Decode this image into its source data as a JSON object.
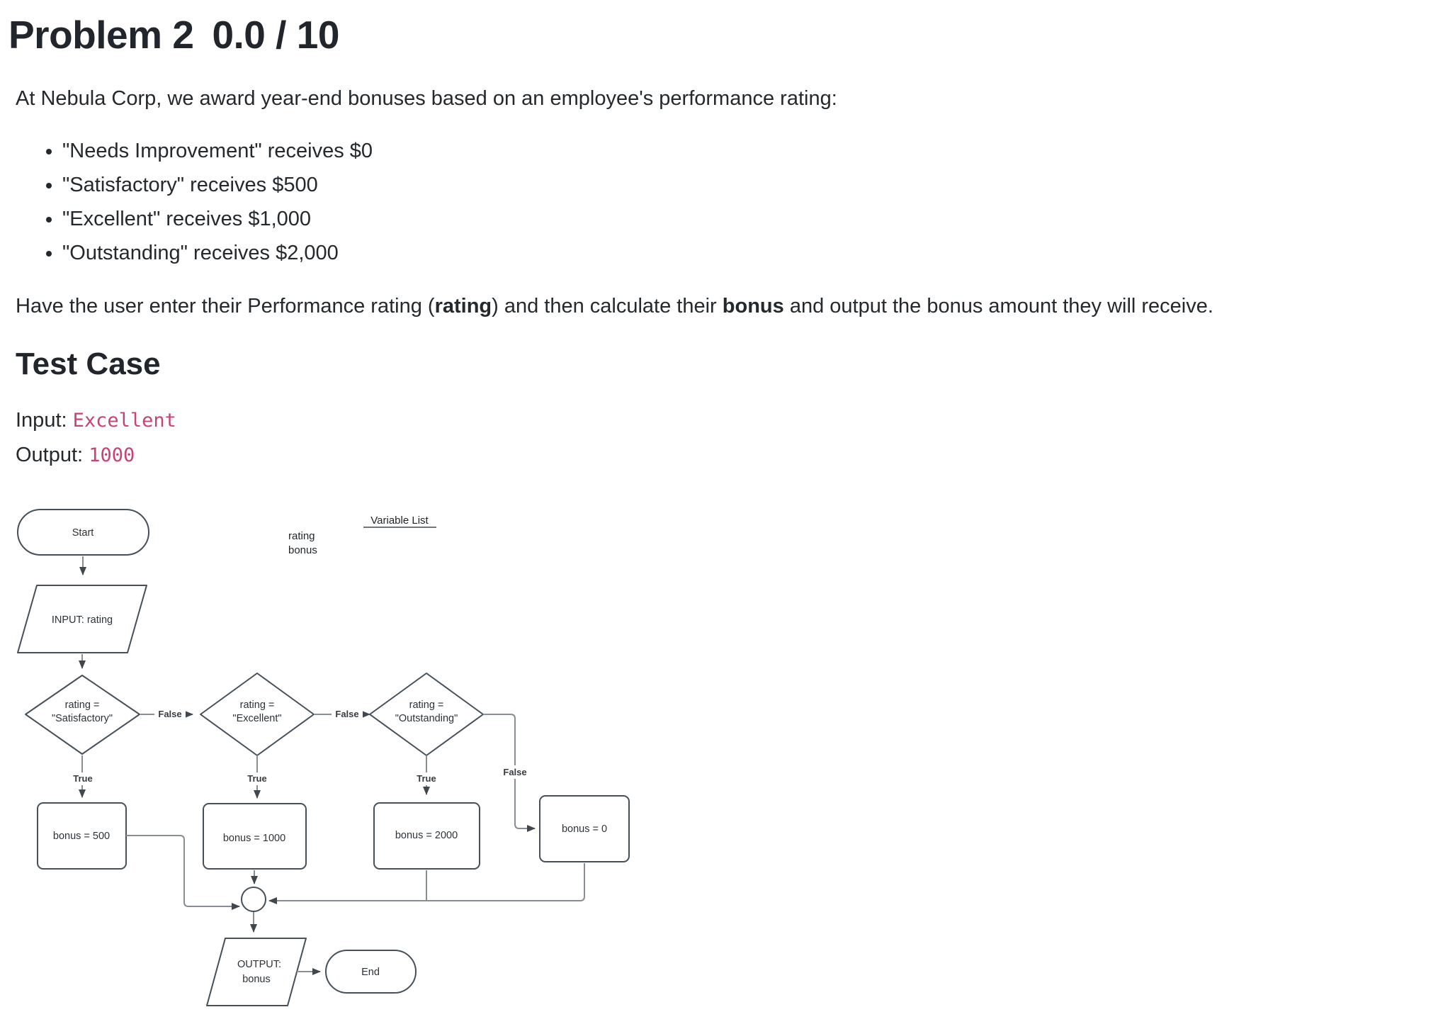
{
  "header": {
    "title": "Problem 2",
    "score": "0.0 / 10"
  },
  "intro": "At Nebula Corp, we award year-end bonuses based on an employee's performance rating:",
  "bullets": [
    "\"Needs Improvement\" receives $0",
    "\"Satisfactory\" receives $500",
    "\"Excellent\" receives $1,000",
    "\"Outstanding\" receives $2,000"
  ],
  "instruction": {
    "seg1": "Have the user enter their Performance rating (",
    "bold1": "rating",
    "seg2": ") and then calculate their ",
    "bold2": "bonus",
    "seg3": " and output the bonus amount they will receive."
  },
  "test_case": {
    "heading": "Test Case",
    "input_label": "Input:",
    "input_value": "Excellent",
    "output_label": "Output:",
    "output_value": "1000"
  },
  "flowchart": {
    "variable_list": {
      "title": "Variable List",
      "var1": "rating",
      "var2": "bonus"
    },
    "start": "Start",
    "input": "INPUT: rating",
    "d1_line1": "rating =",
    "d1_line2": "\"Satisfactory\"",
    "d2_line1": "rating =",
    "d2_line2": "\"Excellent\"",
    "d3_line1": "rating =",
    "d3_line2": "\"Outstanding\"",
    "true_label": "True",
    "false_label": "False",
    "b500": "bonus = 500",
    "b1000": "bonus = 1000",
    "b2000": "bonus = 2000",
    "b0": "bonus = 0",
    "output_line1": "OUTPUT:",
    "output_line2": "bonus",
    "end": "End"
  },
  "colors": {
    "accent_pink": "#c64277",
    "shape_stroke": "#44505b",
    "connector": "#878e96",
    "text": "#24292e"
  }
}
